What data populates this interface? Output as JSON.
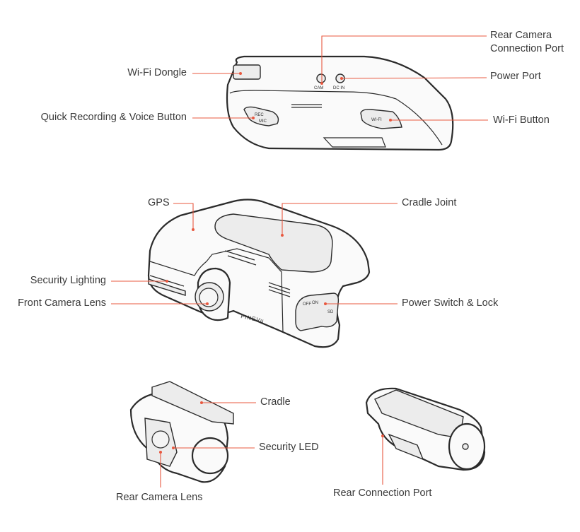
{
  "accent_color": "#e8583f",
  "views": {
    "top": {
      "labels": {
        "rear_camera_port_line1": "Rear Camera",
        "rear_camera_port_line2": "Connection Port",
        "wifi_dongle": "Wi-Fi Dongle",
        "power_port": "Power Port",
        "quick_recording": "Quick Recording & Voice Button",
        "wifi_button": "Wi-Fi Button"
      },
      "printed": {
        "cam": "CAM",
        "dc_in": "DC IN",
        "rec": "REC",
        "mic": "MIC",
        "wifi": "WI-FI"
      }
    },
    "front": {
      "labels": {
        "gps": "GPS",
        "cradle_joint": "Cradle Joint",
        "security_lighting": "Security Lighting",
        "front_camera_lens": "Front Camera Lens",
        "power_switch_lock": "Power Switch & Lock"
      },
      "printed": {
        "brand": "FINEVu",
        "off": "OFF",
        "on": "ON",
        "sd": "SD"
      }
    },
    "rear_camera": {
      "labels": {
        "cradle": "Cradle",
        "security_led": "Security LED",
        "rear_camera_lens": "Rear Camera Lens",
        "rear_connection_port": "Rear Connection Port"
      }
    }
  }
}
